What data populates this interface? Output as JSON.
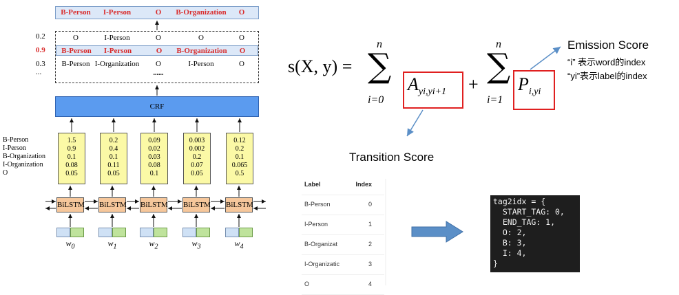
{
  "best_path": [
    "B-Person",
    "I-Person",
    "O",
    "B-Organization",
    "O"
  ],
  "candidates": [
    {
      "score": "0.2",
      "tags": [
        "O",
        "I-Person",
        "O",
        "O",
        "O"
      ],
      "highlight": false
    },
    {
      "score": "0.9",
      "tags": [
        "B-Person",
        "I-Person",
        "O",
        "B-Organization",
        "O"
      ],
      "highlight": true
    },
    {
      "score": "0.3",
      "tags": [
        "B-Person",
        "I-Organization",
        "O",
        "I-Person",
        "O"
      ],
      "highlight": false
    }
  ],
  "ellipsis_left": "...",
  "ellipsis_center": "......",
  "crf_label": "CRF",
  "label_legend": [
    "B-Person",
    "I-Person",
    "B-Organization",
    "I-Organization",
    "O"
  ],
  "emissions": [
    [
      "1.5",
      "0.9",
      "0.1",
      "0.08",
      "0.05"
    ],
    [
      "0.2",
      "0.4",
      "0.1",
      "0.11",
      "0.05"
    ],
    [
      "0.09",
      "0.02",
      "0.03",
      "0.08",
      "0.1"
    ],
    [
      "0.003",
      "0.002",
      "0.2",
      "0.07",
      "0.05"
    ],
    [
      "0.12",
      "0.2",
      "0.1",
      "0.065",
      "0.5"
    ]
  ],
  "lstm_label": "BiLSTM",
  "words": [
    "w",
    "w",
    "w",
    "w",
    "w"
  ],
  "word_subscripts": [
    "0",
    "1",
    "2",
    "3",
    "4"
  ],
  "formula": {
    "lhs": "s(X, y) =",
    "sum1_top": "n",
    "sum1_bottom": "i=0",
    "transition_term": "A",
    "transition_sub": "yi,yi+1",
    "plus": "+",
    "sum2_top": "n",
    "sum2_bottom": "i=1",
    "emission_term": "P",
    "emission_sub": "i,yi"
  },
  "emission_score_title": "Emission Score",
  "emission_note_1": "“i” 表示word的index",
  "emission_note_2": "“yi”表示label的index",
  "transition_score_title": "Transition Score",
  "table": {
    "headers": [
      "Label",
      "Index"
    ],
    "rows": [
      [
        "B-Person",
        "0"
      ],
      [
        "I-Person",
        "1"
      ],
      [
        "B-Organizat",
        "2"
      ],
      [
        "I-Organizatic",
        "3"
      ],
      [
        "O",
        "4"
      ]
    ]
  },
  "code_lines": [
    "tag2idx = {",
    "  START_TAG: 0,",
    "  END_TAG: 1,",
    "  O: 2,",
    "  B: 3,",
    "  I: 4,",
    "}"
  ],
  "colors": {
    "highlight_red": "#d92b2b",
    "crf_blue": "#5b9bef",
    "emission_yellow": "#fbf9a6",
    "lstm_orange": "#f6c79b",
    "box_red": "#e02020",
    "arrow_blue": "#5b8fc7"
  }
}
